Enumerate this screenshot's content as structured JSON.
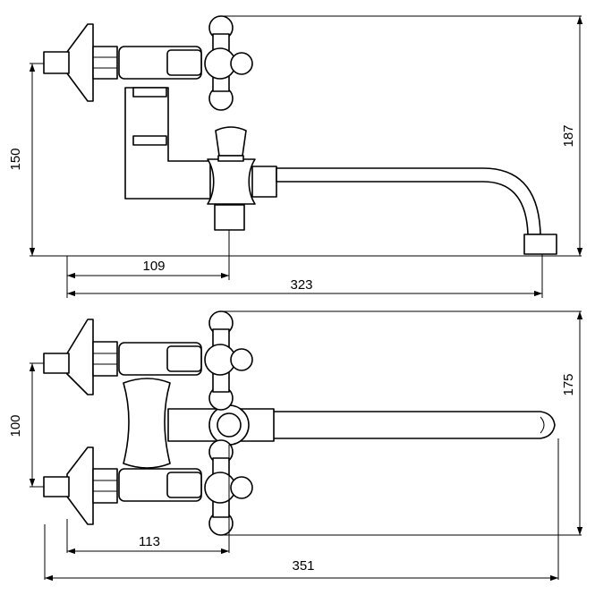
{
  "top_view": {
    "dims": {
      "inlet_height": "150",
      "overall_height": "187",
      "diverter_offset": "109",
      "spout_length": "323"
    }
  },
  "bottom_view": {
    "dims": {
      "inlet_spacing": "100",
      "overall_width": "175",
      "handle_offset": "113",
      "overall_length": "351"
    }
  }
}
